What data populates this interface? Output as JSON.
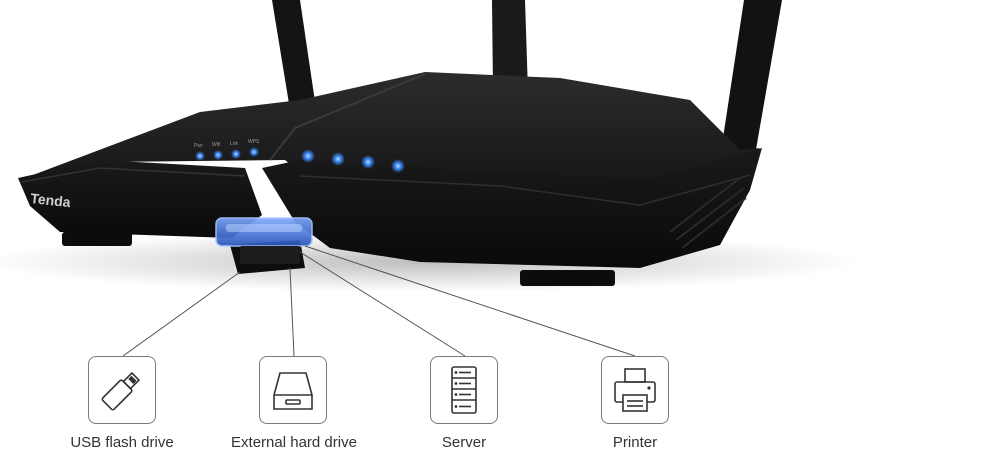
{
  "router": {
    "brand": "Tenda",
    "led_labels": [
      "Pwr",
      "Wifi",
      "Lnk",
      "WPS"
    ]
  },
  "accent_led_color": "#3d8bff",
  "devices": [
    {
      "label": "USB flash drive",
      "icon": "usb-flash-drive-icon"
    },
    {
      "label": "External hard drive",
      "icon": "external-hard-drive-icon"
    },
    {
      "label": "Server",
      "icon": "server-icon"
    },
    {
      "label": "Printer",
      "icon": "printer-icon"
    }
  ]
}
